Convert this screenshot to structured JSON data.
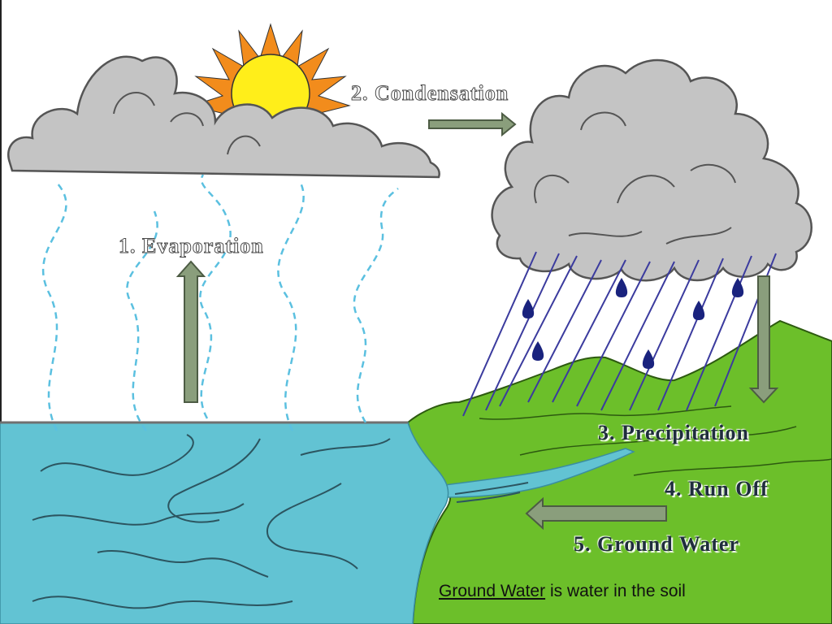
{
  "labels": {
    "evaporation": "1.  Evaporation",
    "condensation": "2.  Condensation",
    "precipitation": "3.  Precipitation",
    "runoff": "4.  Run Off",
    "groundwater": "5.  Ground Water"
  },
  "caption": {
    "term": "Ground Water",
    "definition": " is water in the soil"
  },
  "colors": {
    "water": "#62c3d3",
    "land": "#6cbf2a",
    "cloud": "#c4c4c4",
    "sun_core": "#ffee1a",
    "sun_rays": "#f28c1c",
    "arrow": "#8a9e7c",
    "vapor": "#5bc0e0",
    "rain": "#3b3b9e"
  },
  "icons": {
    "sun": "sun-icon",
    "cloud": "cloud-icon",
    "raindrop": "raindrop-icon",
    "arrow": "arrow-icon"
  }
}
